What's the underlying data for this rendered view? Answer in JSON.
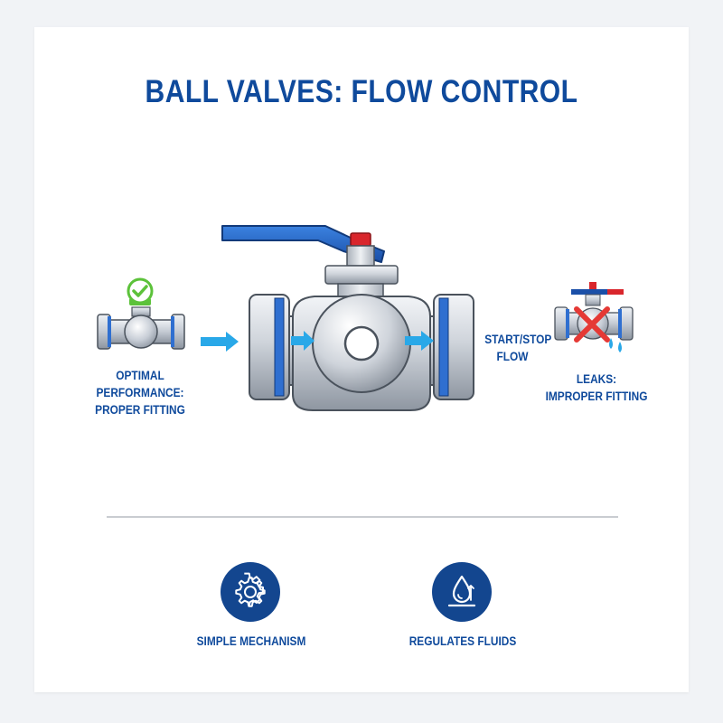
{
  "title": "BALL VALVES: FLOW CONTROL",
  "labels": {
    "optimal_line1": "OPTIMAL PERFORMANCE:",
    "optimal_line2": "PROPER FITTING",
    "startstop_line1": "START/STOP",
    "startstop_line2": "FLOW",
    "leaks_line1": "LEAKS:",
    "leaks_line2": "IMPROPER FITTING"
  },
  "features": [
    {
      "label": "SIMPLE MECHANISM",
      "icon": "gear-icon"
    },
    {
      "label": "REGULATES FLUIDS",
      "icon": "water-drop-icon"
    }
  ],
  "colors": {
    "brand_blue": "#13468f",
    "flow_arrow": "#29a8e8",
    "check_green": "#5cc23a",
    "error_red": "#e53935",
    "handle_cap_red": "#d9262c",
    "steel": "#c7cdd6"
  }
}
